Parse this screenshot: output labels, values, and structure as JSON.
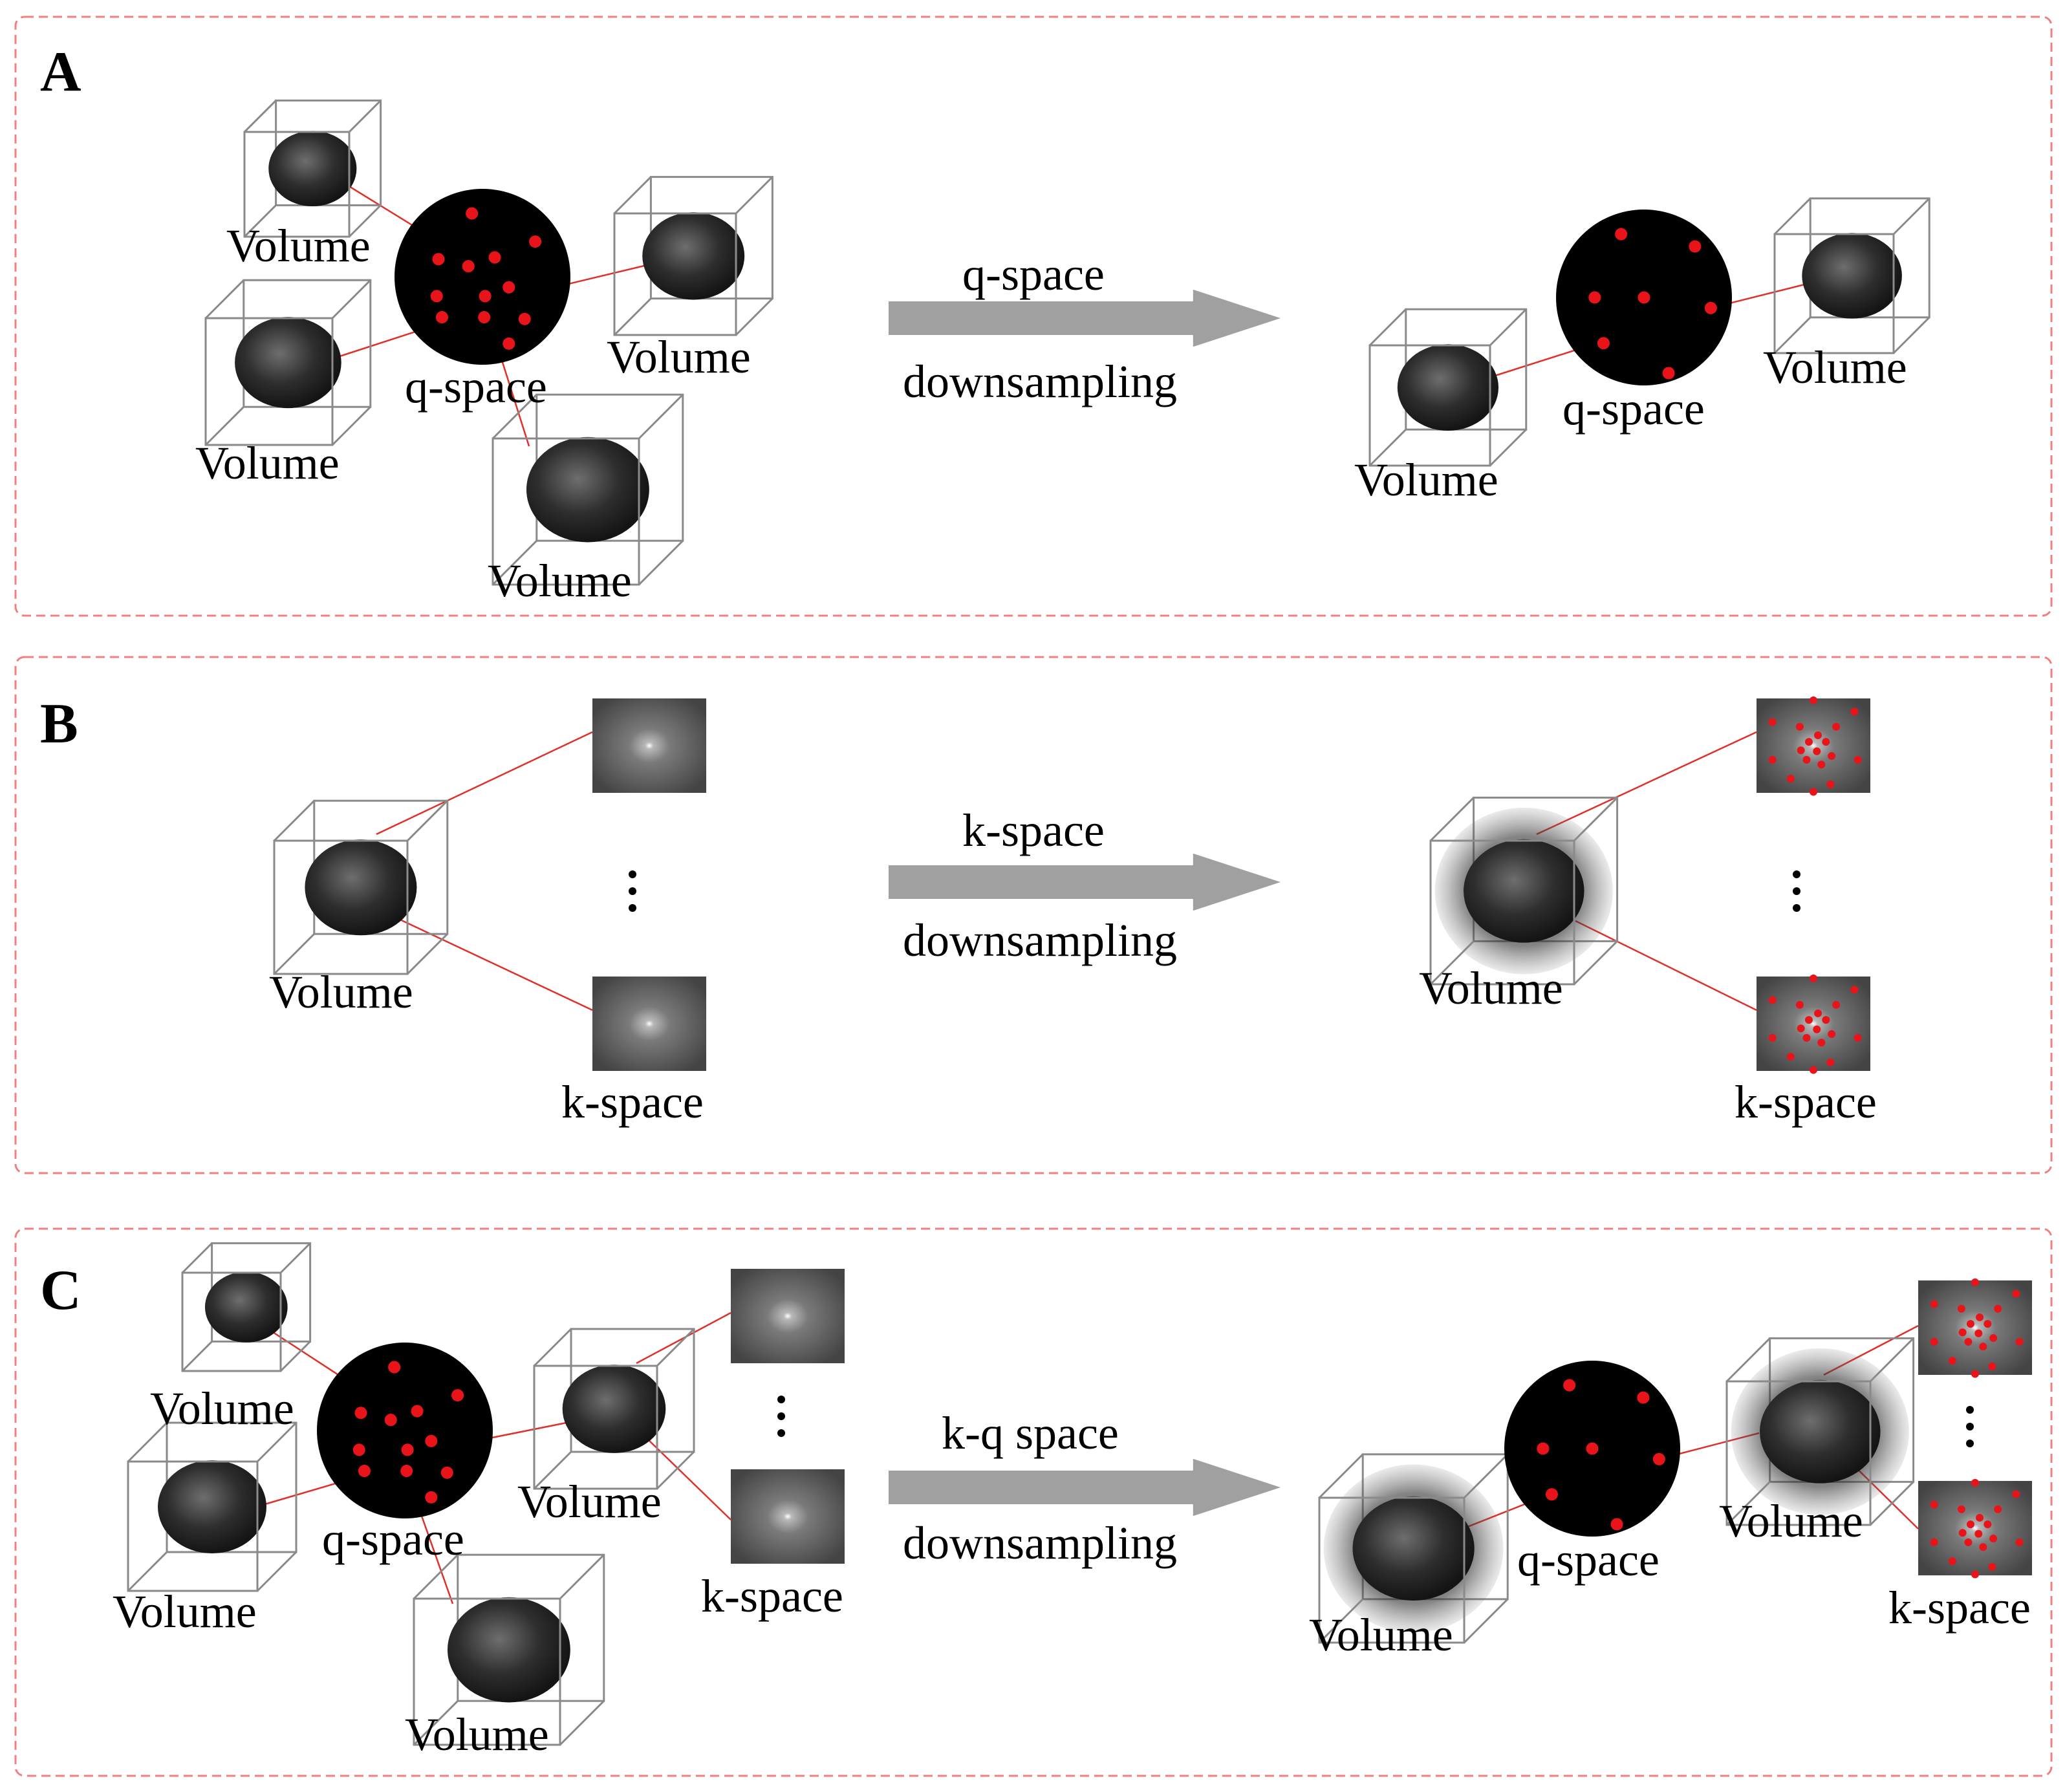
{
  "panels": [
    {
      "letter": "A",
      "arrow_top": "q-space",
      "arrow_bottom": "downsampling",
      "left": {
        "volume_label": "Volume",
        "qspace_label": "q-space"
      },
      "right": {
        "volume_label": "Volume",
        "qspace_label": "q-space"
      }
    },
    {
      "letter": "B",
      "arrow_top": "k-space",
      "arrow_bottom": "downsampling",
      "left": {
        "volume_label": "Volume",
        "kspace_label": "k-space"
      },
      "right": {
        "volume_label": "Volume",
        "kspace_label": "k-space"
      }
    },
    {
      "letter": "C",
      "arrow_top": "k-q space",
      "arrow_bottom": "downsampling",
      "left": {
        "volume_label": "Volume",
        "qspace_label": "q-space",
        "kspace_label": "k-space"
      },
      "right": {
        "volume_label": "Volume",
        "qspace_label": "q-space",
        "kspace_label": "k-space"
      }
    }
  ],
  "colors": {
    "frame": "#f08080",
    "sample_dot": "#e8141a",
    "arrow": "#a0a0a0",
    "qspace_disc": "#000000"
  }
}
